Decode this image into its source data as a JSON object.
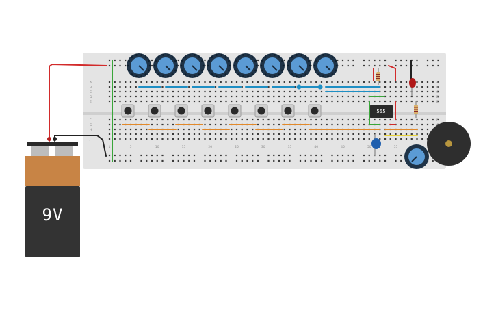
{
  "circuit": {
    "battery": {
      "label": "9V"
    },
    "timer_chip": {
      "label": "555"
    },
    "breadboard_row_labels": [
      "A",
      "B",
      "C",
      "D",
      "E",
      "F",
      "G",
      "H",
      "I",
      "J"
    ],
    "breadboard_column_labels": [
      "1",
      "5",
      "10",
      "15",
      "20",
      "25",
      "30",
      "35",
      "40",
      "45",
      "50",
      "55"
    ],
    "potentiometer_count": 8,
    "pushbutton_count": 8
  },
  "colors": {
    "breadboard": "#e4e4e4",
    "hole": "#3a3a3a",
    "pot_knob": "#5b9bd5",
    "pot_ring": "#1f3347",
    "wire_red": "#d22b2b",
    "wire_black": "#222222",
    "wire_blue": "#1f8fc4",
    "wire_orange": "#e2892a",
    "wire_green": "#3aa63a",
    "wire_yellow": "#e7d33a",
    "battery_top": "#c88445",
    "battery_body": "#333333",
    "buzzer": "#2e2e2e",
    "led": "#b01818"
  }
}
